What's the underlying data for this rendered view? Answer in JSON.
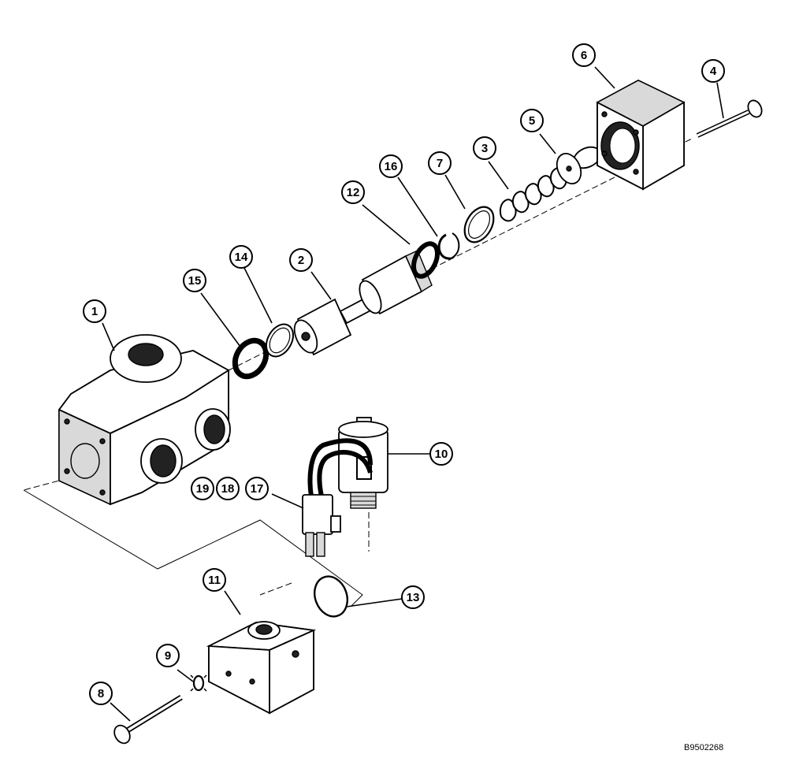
{
  "diagram": {
    "drawing_code": "B9502268",
    "callouts": [
      {
        "id": "1",
        "label": "1"
      },
      {
        "id": "2",
        "label": "2"
      },
      {
        "id": "3",
        "label": "3"
      },
      {
        "id": "4",
        "label": "4"
      },
      {
        "id": "5",
        "label": "5"
      },
      {
        "id": "6",
        "label": "6"
      },
      {
        "id": "7",
        "label": "7"
      },
      {
        "id": "8",
        "label": "8"
      },
      {
        "id": "9",
        "label": "9"
      },
      {
        "id": "10",
        "label": "10"
      },
      {
        "id": "11",
        "label": "11"
      },
      {
        "id": "12",
        "label": "12"
      },
      {
        "id": "13",
        "label": "13"
      },
      {
        "id": "14",
        "label": "14"
      },
      {
        "id": "15",
        "label": "15"
      },
      {
        "id": "16",
        "label": "16"
      },
      {
        "id": "17",
        "label": "17"
      },
      {
        "id": "18",
        "label": "18"
      },
      {
        "id": "19",
        "label": "19"
      }
    ]
  }
}
